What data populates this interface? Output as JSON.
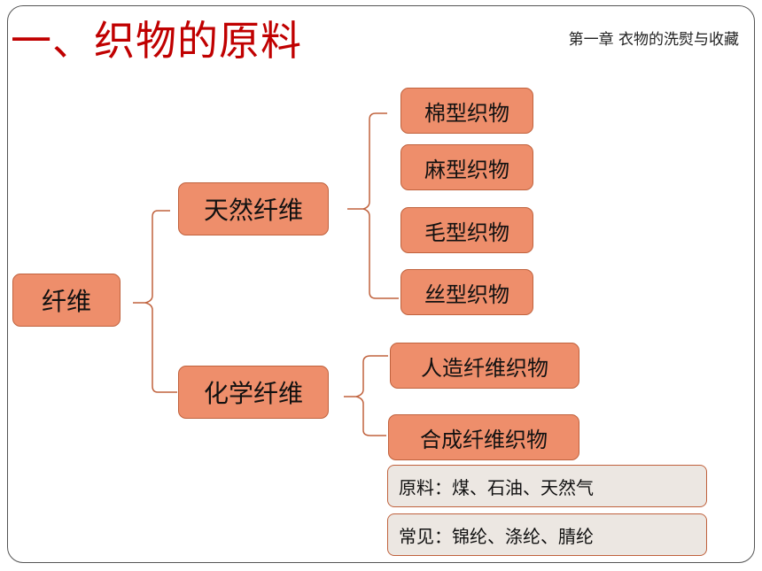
{
  "page": {
    "title": "一、织物的原料",
    "chapter": "第一章  衣物的洗熨与收藏"
  },
  "diagram": {
    "root": "纤维",
    "natural": {
      "label": "天然纤维",
      "children": [
        "棉型织物",
        "麻型织物",
        "毛型织物",
        "丝型织物"
      ]
    },
    "chemical": {
      "label": "化学纤维",
      "children": [
        "人造纤维织物",
        "合成纤维织物"
      ]
    },
    "notes": [
      "原料：煤、石油、天然气",
      "常见：锦纶、涤纶、腈纶"
    ]
  },
  "colors": {
    "title": "#c00000",
    "box_fill": "#ee8e6b",
    "box_border": "#c0623d",
    "note_fill": "#ece7e2",
    "connector": "#c0623d"
  }
}
